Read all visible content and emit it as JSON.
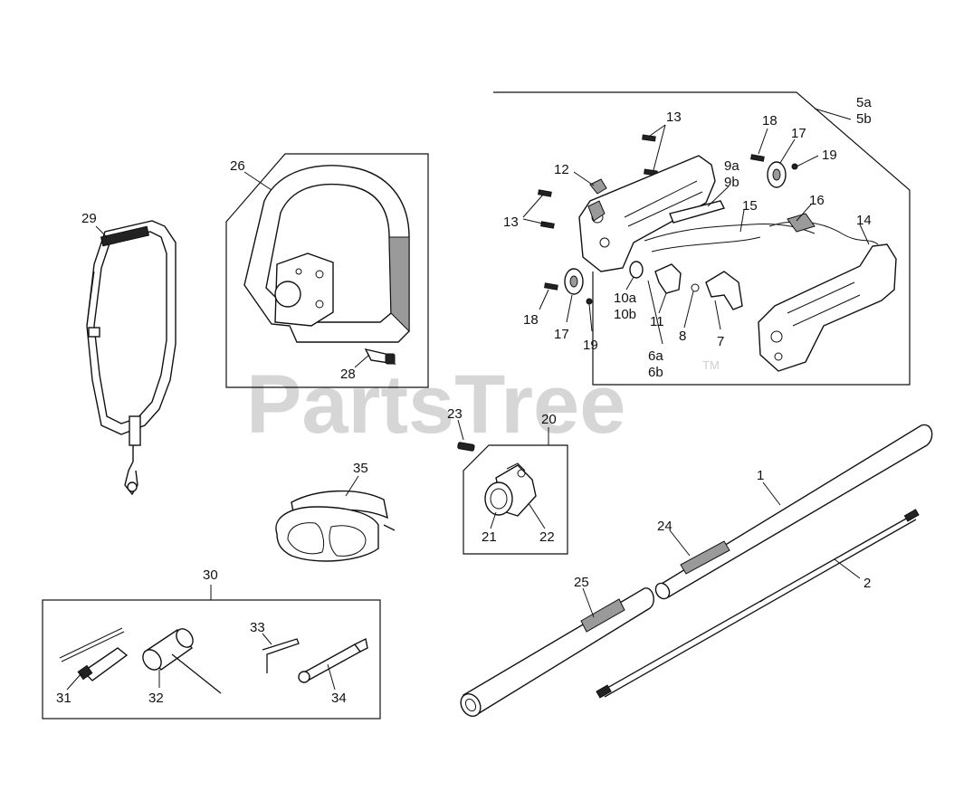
{
  "watermark": {
    "text": "PartsTree",
    "trademark": "TM"
  },
  "callouts": {
    "c1": "1",
    "c2": "2",
    "c5a": "5a",
    "c5b": "5b",
    "c6a": "6a",
    "c6b": "6b",
    "c7": "7",
    "c8": "8",
    "c9a": "9a",
    "c9b": "9b",
    "c10a": "10a",
    "c10b": "10b",
    "c11": "11",
    "c12": "12",
    "c13a": "13",
    "c13b": "13",
    "c14": "14",
    "c15": "15",
    "c16": "16",
    "c17a": "17",
    "c17b": "17",
    "c18a": "18",
    "c18b": "18",
    "c19a": "19",
    "c19b": "19",
    "c20": "20",
    "c21": "21",
    "c22": "22",
    "c23": "23",
    "c24": "24",
    "c25": "25",
    "c26": "26",
    "c28": "28",
    "c29": "29",
    "c30": "30",
    "c31": "31",
    "c32": "32",
    "c33": "33",
    "c34": "34",
    "c35": "35"
  }
}
